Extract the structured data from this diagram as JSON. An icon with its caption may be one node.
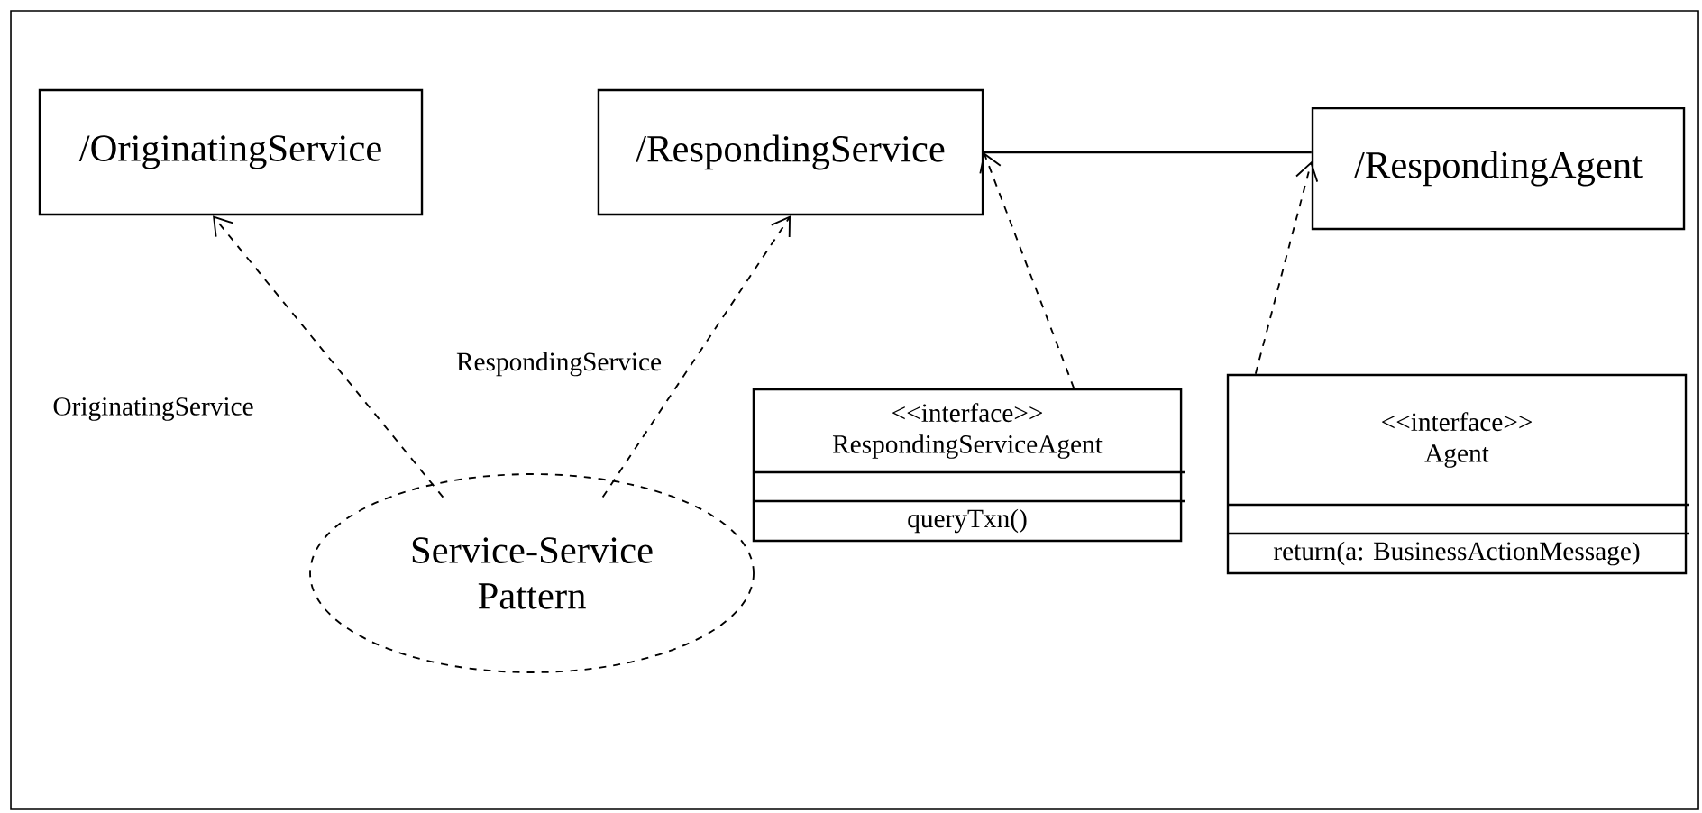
{
  "diagram": {
    "nodes": [
      {
        "text": [
          "/OriginatingService"
        ]
      },
      {
        "text": [
          "/RespondingService"
        ]
      },
      {
        "text": [
          "/RespondingAgent"
        ]
      },
      {
        "text": [
          "Service-Service Pattern"
        ]
      },
      {
        "text": [
          "<<interface>>",
          "RespondingServiceAgent",
          "queryTxn()"
        ]
      },
      {
        "text": [
          "<<interface>>",
          "Agent",
          "return(a: BusinessActionMessage)"
        ]
      }
    ],
    "edges": [
      {
        "from": 3,
        "to": 0,
        "arrow": "to",
        "style": "dashed",
        "label": "OriginatingService"
      },
      {
        "from": 3,
        "to": 1,
        "arrow": "to",
        "style": "dashed",
        "label": "RespondingService"
      },
      {
        "from": 1,
        "to": 2,
        "arrow": "none"
      },
      {
        "from": 4,
        "to": 1,
        "arrow": "to",
        "style": "dashed"
      },
      {
        "from": 5,
        "to": 2,
        "arrow": "to",
        "style": "dashed"
      }
    ]
  }
}
